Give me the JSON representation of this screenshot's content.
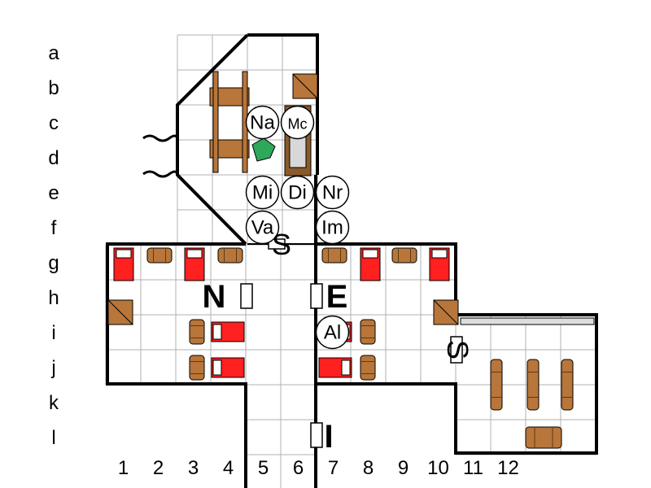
{
  "rows": [
    "a",
    "b",
    "c",
    "d",
    "e",
    "f",
    "g",
    "h",
    "i",
    "j",
    "k",
    "l"
  ],
  "columns": [
    "1",
    "2",
    "3",
    "4",
    "5",
    "6",
    "7",
    "8",
    "9",
    "10",
    "11",
    "12"
  ],
  "tokens": [
    {
      "label": "Na",
      "col": 6,
      "row": 3
    },
    {
      "label": "Mc",
      "col": 7,
      "row": 3
    },
    {
      "label": "Mi",
      "col": 6,
      "row": 5
    },
    {
      "label": "Di",
      "col": 7,
      "row": 5
    },
    {
      "label": "Nr",
      "col": 8,
      "row": 5
    },
    {
      "label": "Va",
      "col": 6,
      "row": 6
    },
    {
      "label": "Im",
      "col": 8,
      "row": 6
    },
    {
      "label": "Al",
      "col": 8,
      "row": 9
    }
  ],
  "wing_labels": {
    "north": "N",
    "east": "E",
    "door_top": "S",
    "door_right": "S",
    "exit": "I"
  },
  "colors": {
    "wall": "#000000",
    "grid": "#b0b0b0",
    "bed": "#ff2020",
    "wood": "#b8763a",
    "floor": "#ffffff"
  }
}
